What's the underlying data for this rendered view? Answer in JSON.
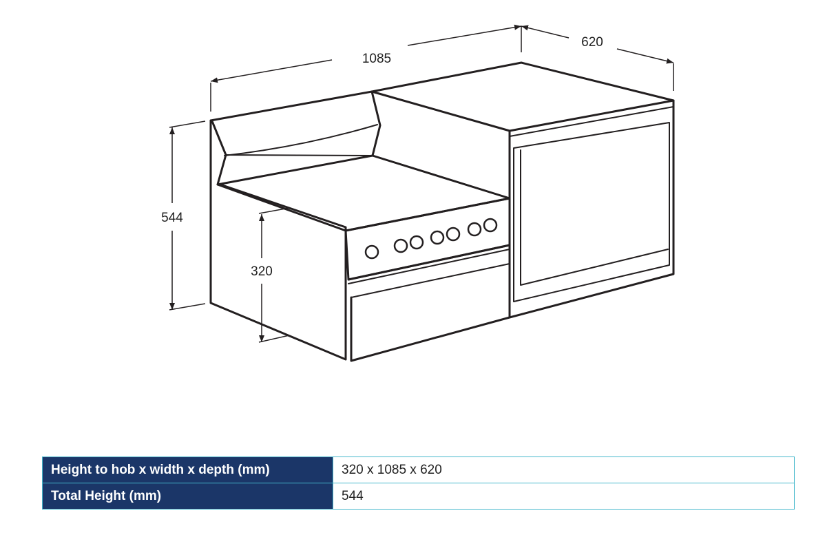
{
  "colors": {
    "header_bg": "#1b3668",
    "table_border": "#45b8cc",
    "line": "#231f20"
  },
  "dimensions": {
    "width": "1085",
    "depth": "620",
    "total_height": "544",
    "hob_height": "320"
  },
  "spec_table": {
    "rows": [
      {
        "label": "Height to hob x width x depth  (mm)",
        "value": "320 x 1085 x 620"
      },
      {
        "label": "Total Height (mm)",
        "value": "544"
      }
    ]
  }
}
